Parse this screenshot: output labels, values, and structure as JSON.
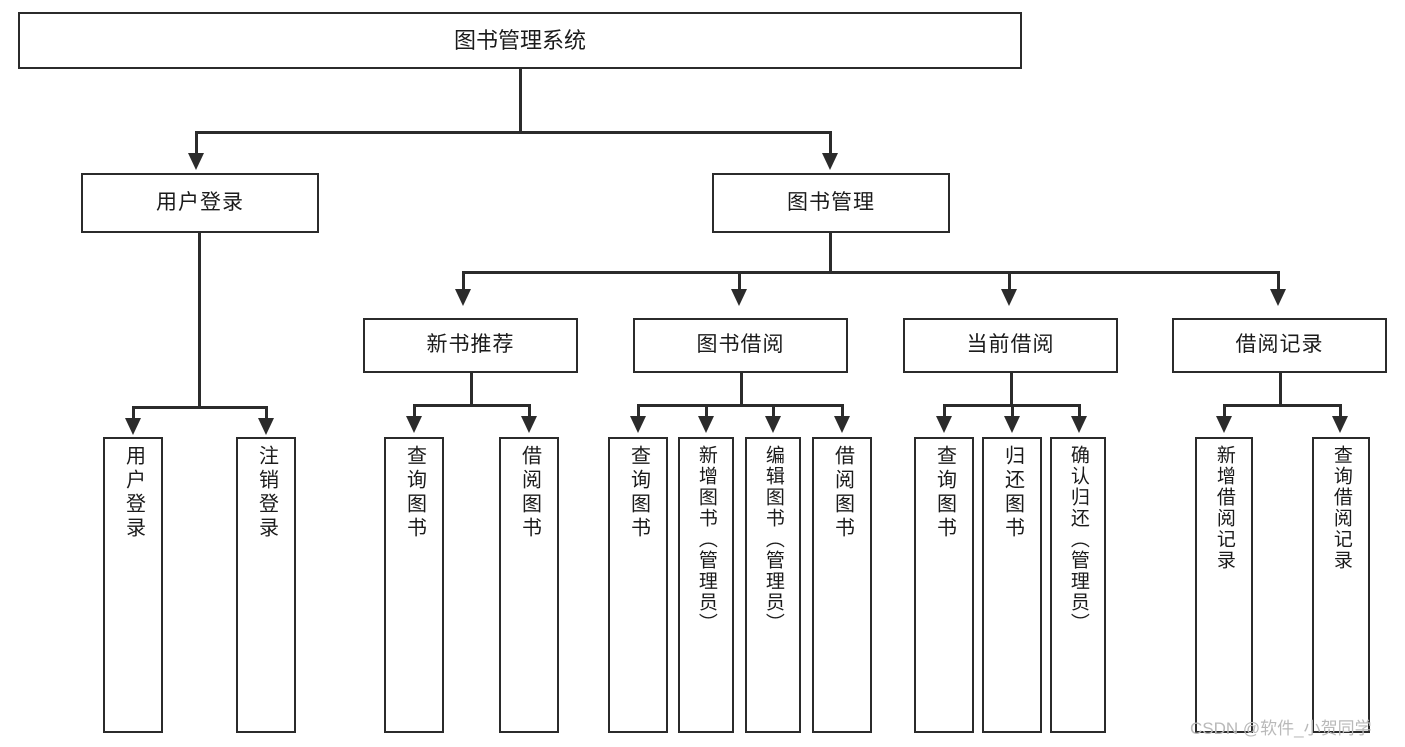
{
  "diagram": {
    "title": "图书管理系统",
    "type": "功能结构图",
    "style": {
      "line_color": "#2b2b2b",
      "box_fill": "#ffffff",
      "text_color": "#1b1b1b",
      "watermark_color": "#b9b9b9"
    }
  },
  "root": {
    "label": "图书管理系统"
  },
  "level2": [
    {
      "id": "user-login",
      "label": "用户登录"
    },
    {
      "id": "book-manage",
      "label": "图书管理"
    }
  ],
  "level3": [
    {
      "id": "new-book-recommend",
      "label": "新书推荐",
      "parent": "book-manage"
    },
    {
      "id": "book-borrow",
      "label": "图书借阅",
      "parent": "book-manage"
    },
    {
      "id": "current-borrow",
      "label": "当前借阅",
      "parent": "book-manage"
    },
    {
      "id": "borrow-record",
      "label": "借阅记录",
      "parent": "book-manage"
    }
  ],
  "leaves": {
    "user_login": [
      {
        "id": "leaf-user-login",
        "label": "用户登录"
      },
      {
        "id": "leaf-logout",
        "label": "注销登录"
      }
    ],
    "new_book_recommend": [
      {
        "id": "leaf-query-book-1",
        "label": "查询图书"
      },
      {
        "id": "leaf-borrow-book-1",
        "label": "借阅图书"
      }
    ],
    "book_borrow": [
      {
        "id": "leaf-query-book-2",
        "label": "查询图书"
      },
      {
        "id": "leaf-add-book",
        "label": "新增图书（管理员）"
      },
      {
        "id": "leaf-edit-book",
        "label": "编辑图书（管理员）"
      },
      {
        "id": "leaf-borrow-book-2",
        "label": "借阅图书"
      }
    ],
    "current_borrow": [
      {
        "id": "leaf-query-book-3",
        "label": "查询图书"
      },
      {
        "id": "leaf-return-book",
        "label": "归还图书"
      },
      {
        "id": "leaf-confirm-return",
        "label": "确认归还（管理员）"
      }
    ],
    "borrow_record": [
      {
        "id": "leaf-add-record",
        "label": "新增借阅记录"
      },
      {
        "id": "leaf-query-record",
        "label": "查询借阅记录"
      }
    ]
  },
  "watermark": {
    "text": "CSDN @软件_小贺同学"
  }
}
